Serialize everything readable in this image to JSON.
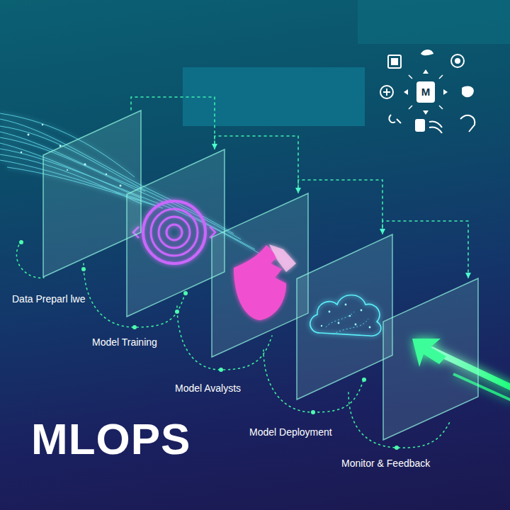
{
  "diagram": {
    "title": "MLOPS",
    "nodes": [
      {
        "text": [
          "Data Preparl lwe"
        ]
      },
      {
        "text": [
          "Model Training"
        ]
      },
      {
        "text": [
          "Model Avalysts"
        ]
      },
      {
        "text": [
          "Model Deployment"
        ]
      },
      {
        "text": [
          "Monitor & Feedback"
        ]
      }
    ],
    "edges": [
      {
        "from": 0,
        "to": 1,
        "arrow": "to"
      },
      {
        "from": 1,
        "to": 2,
        "arrow": "to"
      },
      {
        "from": 2,
        "to": 3,
        "arrow": "to"
      },
      {
        "from": 3,
        "to": 4,
        "arrow": "to"
      }
    ],
    "labels": [
      "M"
    ]
  }
}
